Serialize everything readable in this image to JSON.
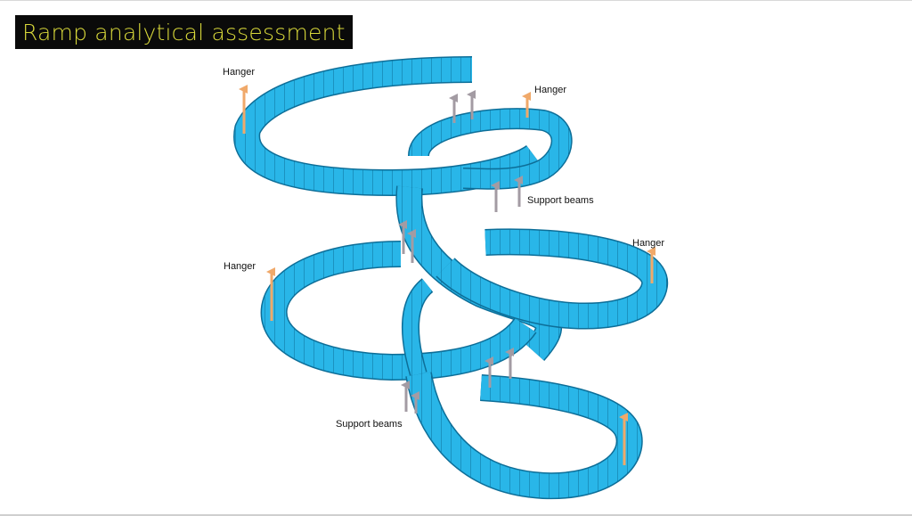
{
  "title": "Ramp analytical assessment",
  "labels": {
    "hanger_top_left": "Hanger",
    "hanger_top_right": "Hanger",
    "hanger_mid_right": "Hanger",
    "hanger_mid_left": "Hanger",
    "support_beams_upper": "Support beams",
    "support_beams_lower": "Support beams"
  },
  "colors": {
    "ramp": "#29b6e8",
    "ramp_dark": "#1590c4",
    "ramp_edge": "#0d6e98",
    "hanger_arrow": "#f0a96a",
    "support_arrow": "#a39ba3",
    "title_bg": "#0a0a0a",
    "title_fg": "#d8d83a"
  }
}
